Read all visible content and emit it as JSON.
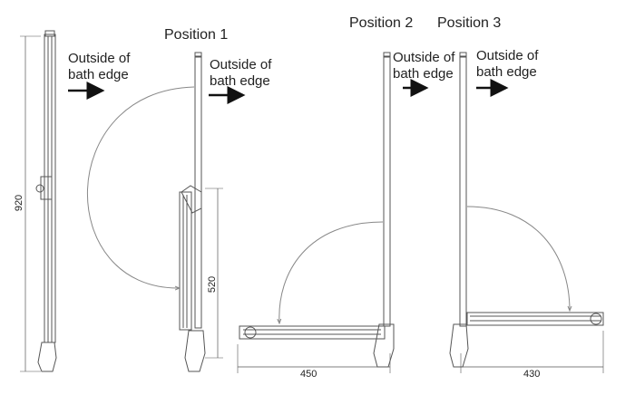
{
  "positions": [
    {
      "label": "Position 1"
    },
    {
      "label": "Position 2"
    },
    {
      "label": "Position 3"
    }
  ],
  "callouts": [
    {
      "line1": "Outside of",
      "line2": "bath edge"
    },
    {
      "line1": "Outside of",
      "line2": "bath edge"
    },
    {
      "line1": "Outside of",
      "line2": "bath edge"
    },
    {
      "line1": "Outside of",
      "line2": "bath edge"
    }
  ],
  "dimensions": {
    "height_full": "920",
    "height_folded": "520",
    "width_position2": "450",
    "width_position3": "430"
  },
  "colors": {
    "line": "#555555",
    "arc": "#888888",
    "text": "#222222"
  }
}
